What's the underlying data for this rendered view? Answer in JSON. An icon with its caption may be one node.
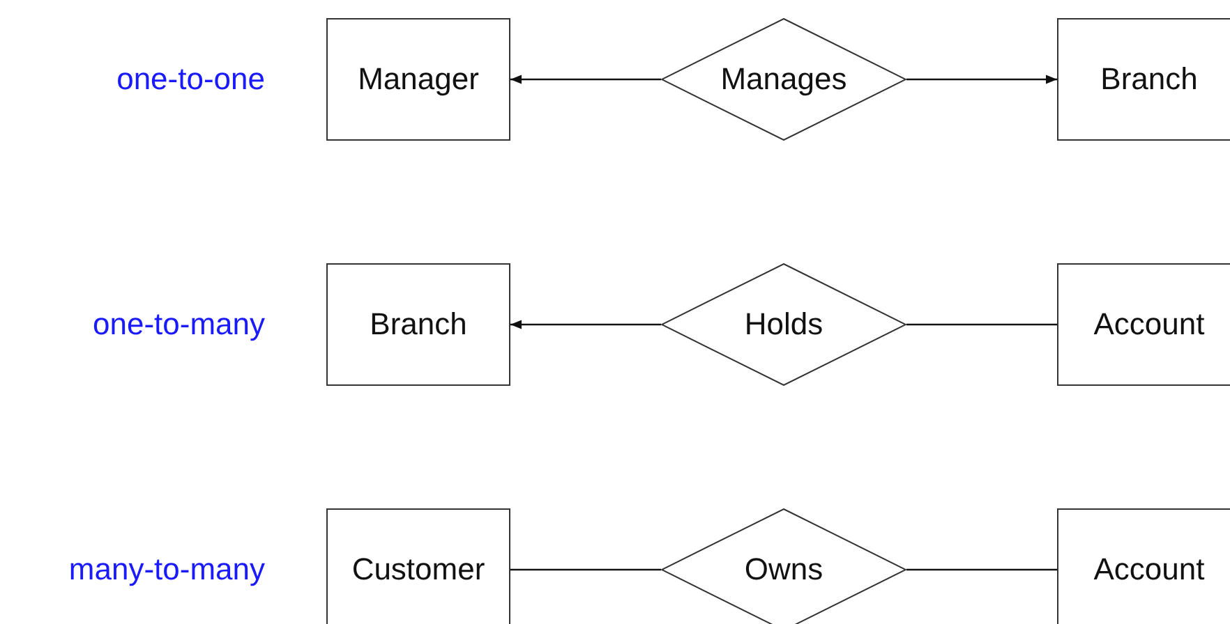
{
  "diagram": {
    "nodes": [
      {
        "text": [
          "Manager"
        ]
      },
      {
        "text": [
          "Manages"
        ]
      },
      {
        "text": [
          "Branch"
        ]
      },
      {
        "text": [
          "Branch"
        ]
      },
      {
        "text": [
          "Holds"
        ]
      },
      {
        "text": [
          "Account"
        ]
      },
      {
        "text": [
          "Customer"
        ]
      },
      {
        "text": [
          "Owns"
        ]
      },
      {
        "text": [
          "Account"
        ]
      }
    ],
    "edges": [
      {
        "from": 1,
        "to": 0,
        "arrow": "to"
      },
      {
        "from": 1,
        "to": 2,
        "arrow": "to"
      },
      {
        "from": 4,
        "to": 3,
        "arrow": "to"
      },
      {
        "from": 4,
        "to": 5,
        "arrow": "none"
      },
      {
        "from": 6,
        "to": 7,
        "arrow": "none"
      },
      {
        "from": 7,
        "to": 8,
        "arrow": "none"
      }
    ],
    "labels": [
      "one-to-one",
      "one-to-many",
      "many-to-many"
    ]
  }
}
